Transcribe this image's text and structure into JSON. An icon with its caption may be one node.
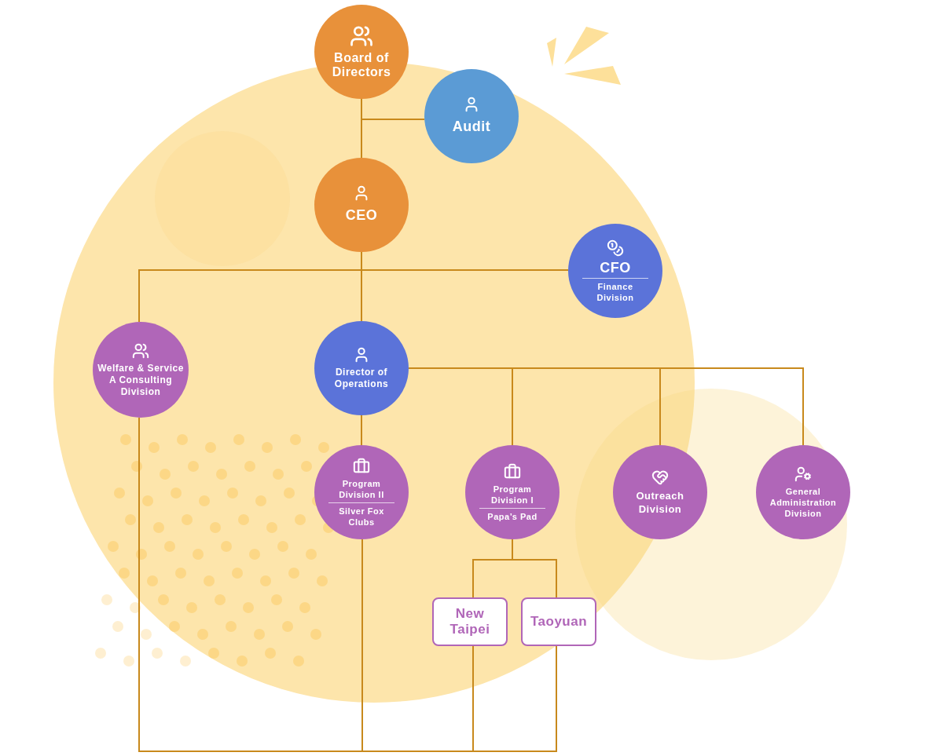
{
  "diagram": {
    "nodes": [
      {
        "text": [
          "Board of Directors"
        ]
      },
      {
        "text": [
          "Audit"
        ]
      },
      {
        "text": [
          "CEO"
        ]
      },
      {
        "text": [
          "CFO",
          "Finance Division"
        ]
      },
      {
        "text": [
          "Welfare & Service A Consulting Division"
        ]
      },
      {
        "text": [
          "Director of Operations"
        ]
      },
      {
        "text": [
          "Program Division II",
          "Silver Fox Clubs"
        ]
      },
      {
        "text": [
          "Program Division I",
          "Papa’s Pad"
        ]
      },
      {
        "text": [
          "Outreach Division"
        ]
      },
      {
        "text": [
          "General Administration Division"
        ]
      },
      {
        "text": [
          "New Taipei"
        ]
      },
      {
        "text": [
          "Taoyuan"
        ]
      }
    ],
    "edges": [
      {
        "from": 0,
        "to": 1,
        "arrow": "other"
      },
      {
        "from": 0,
        "to": 2,
        "arrow": "other"
      },
      {
        "from": 2,
        "to": 3,
        "arrow": "other"
      },
      {
        "from": 2,
        "to": 4,
        "arrow": "other"
      },
      {
        "from": 2,
        "to": 5,
        "arrow": "other"
      },
      {
        "from": 5,
        "to": 6,
        "arrow": "other"
      },
      {
        "from": 5,
        "to": 7,
        "arrow": "other"
      },
      {
        "from": 5,
        "to": 8,
        "arrow": "other"
      },
      {
        "from": 5,
        "to": 9,
        "arrow": "other"
      },
      {
        "from": 7,
        "to": 10,
        "arrow": "other"
      },
      {
        "from": 7,
        "to": 11,
        "arrow": "other"
      },
      {
        "from": 4,
        "to": 6,
        "arrow": "none"
      },
      {
        "from": 6,
        "to": 10,
        "arrow": "none"
      },
      {
        "from": 10,
        "to": 11,
        "arrow": "none"
      }
    ]
  }
}
